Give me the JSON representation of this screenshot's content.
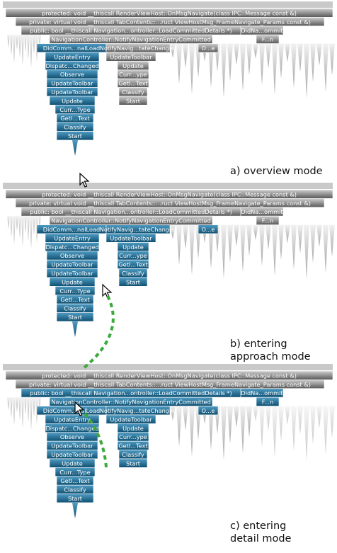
{
  "panels": [
    {
      "caption": [
        "a) overview mode"
      ],
      "rows": [
        {
          "label": "protected: void __thiscall RenderViewHost::OnMsgNavigate(class IPC::Message const &)",
          "tone": "gray"
        },
        {
          "label": "private: virtual void __thiscall TabContents::...ruct ViewHostMsg_FrameNavigate_Params const &)",
          "tone": "gray"
        },
        {
          "label": "public: bool __thiscall Navigation...ontroller::LoadCommittedDetails *)",
          "tone": "gray",
          "side": [
            "DidNa...ommit"
          ]
        },
        {
          "label": "NavigationController::NotifyNavigationEntryCommitted",
          "tone": "gray",
          "side": [
            "F...n"
          ]
        },
        {
          "label": "DidComm...nalLoad",
          "tone": "blue",
          "side": [
            "NotifyNavig...tateChanged",
            "O...e"
          ]
        },
        {
          "label": "UpdateEntry",
          "tone": "blue",
          "side": [
            "UpdateToolbar"
          ]
        },
        {
          "label": "Dispatc...Changed",
          "tone": "blue",
          "side": [
            "Update"
          ]
        },
        {
          "label": "Observe",
          "tone": "blue",
          "side": [
            "Curr...ype"
          ]
        },
        {
          "label": "UpdateToolbar",
          "tone": "blue",
          "side": [
            "GetI...Text"
          ]
        },
        {
          "label": "UpdateToolbar",
          "tone": "blue",
          "side": [
            "Classify"
          ]
        },
        {
          "label": "Update",
          "tone": "blue",
          "side": [
            "Start"
          ]
        },
        {
          "label": "Curr...Type",
          "tone": "blue"
        },
        {
          "label": "GetI...Text",
          "tone": "blue"
        },
        {
          "label": "Classify",
          "tone": "blue"
        },
        {
          "label": "Start",
          "tone": "blue"
        }
      ]
    },
    {
      "caption": [
        "b) entering",
        "approach mode"
      ],
      "rows": [
        {
          "label": "protected: void __thiscall RenderViewHost::OnMsgNavigate(class IPC::Message const &)",
          "tone": "gray"
        },
        {
          "label": "private: virtual void __thiscall TabContents::...ruct ViewHostMsg_FrameNavigate_Params const &)",
          "tone": "gray"
        },
        {
          "label": "public: bool __thiscall Navigation...ontroller::LoadCommittedDetails *)",
          "tone": "gray",
          "side": [
            "DidNa...ommit"
          ]
        },
        {
          "label": "NavigationController::NotifyNavigationEntryCommitted",
          "tone": "gray",
          "side": [
            "F...n"
          ]
        },
        {
          "label": "DidComm...nalLoad",
          "tone": "blue",
          "side": [
            "NotifyNavig...tateChanged",
            "O...e"
          ]
        },
        {
          "label": "UpdateEntry",
          "tone": "blue",
          "side": [
            "UpdateToolbar"
          ]
        },
        {
          "label": "Dispatc...Changed",
          "tone": "blue",
          "side": [
            "Update"
          ]
        },
        {
          "label": "Observe",
          "tone": "blue",
          "side": [
            "Curr...ype"
          ]
        },
        {
          "label": "UpdateToolbar",
          "tone": "blue",
          "side": [
            "GetI...Text"
          ]
        },
        {
          "label": "UpdateToolbar",
          "tone": "blue",
          "side": [
            "Classify"
          ]
        },
        {
          "label": "Update",
          "tone": "blue",
          "side": [
            "Start"
          ]
        },
        {
          "label": "Curr...Type",
          "tone": "blue"
        },
        {
          "label": "GetI...Text",
          "tone": "blue"
        },
        {
          "label": "Classify",
          "tone": "blue"
        },
        {
          "label": "Start",
          "tone": "blue"
        }
      ]
    },
    {
      "caption": [
        "c) entering",
        "detail mode"
      ],
      "rows": [
        {
          "label": "protected: void __thiscall RenderViewHost::OnMsgNavigate(class IPC::Message const &)",
          "tone": "gray"
        },
        {
          "label": "private: virtual void __thiscall TabContents::...ruct ViewHostMsg_FrameNavigate_Params const &)",
          "tone": "gray"
        },
        {
          "label": "public: bool __thiscall Navigation...ontroller::LoadCommittedDetails *)",
          "tone": "blue",
          "side": [
            "DidNa...ommit"
          ]
        },
        {
          "label": "NavigationController::NotifyNavigationEntryCommitted",
          "tone": "blue",
          "side": [
            "F...n"
          ]
        },
        {
          "label": "DidComm...nalLoad",
          "tone": "blue",
          "side": [
            "NotifyNavig...tateChanged",
            "O...e"
          ]
        },
        {
          "label": "UpdateEntry",
          "tone": "blue",
          "side": [
            "UpdateToolbar"
          ]
        },
        {
          "label": "Dispatc...Changed",
          "tone": "blue",
          "side": [
            "Update"
          ]
        },
        {
          "label": "Observe",
          "tone": "blue",
          "side": [
            "Curr...ype"
          ]
        },
        {
          "label": "UpdateToolbar",
          "tone": "blue",
          "side": [
            "GetI...Text"
          ]
        },
        {
          "label": "UpdateToolbar",
          "tone": "blue",
          "side": [
            "Classify"
          ]
        },
        {
          "label": "Update",
          "tone": "blue",
          "side": [
            "Start"
          ]
        },
        {
          "label": "Curr...Type",
          "tone": "blue"
        },
        {
          "label": "GetI...Text",
          "tone": "blue"
        },
        {
          "label": "Classify",
          "tone": "blue"
        },
        {
          "label": "Start",
          "tone": "blue"
        }
      ]
    }
  ],
  "colors": {
    "gray_dark": "#585858",
    "gray_light": "#cfcfcf",
    "blue_dark": "#0f4f70",
    "blue_light": "#4f9cc4",
    "text_on_blue": "#ffffff",
    "text_on_gray": "#ffffff",
    "arrow": "#3aaa3a",
    "icicle": "#d6d6d6"
  }
}
